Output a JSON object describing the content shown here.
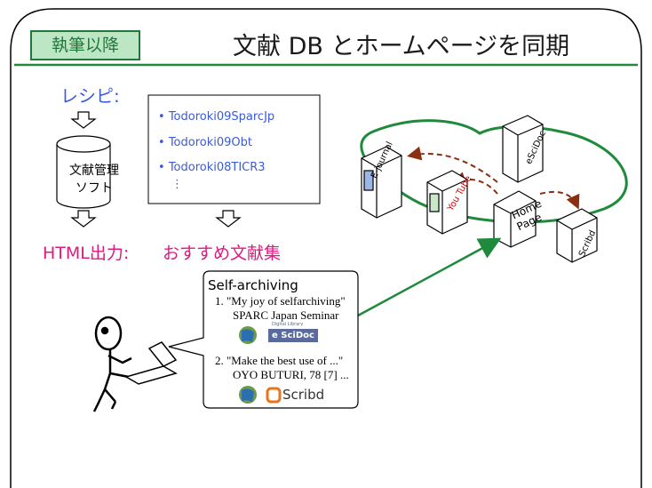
{
  "slide": {
    "tag": "執筆以降",
    "title": "文献 DB とホームページを同期"
  },
  "left": {
    "recipe_label": "レシピ:",
    "db_label_line1": "文献管理",
    "db_label_line2": "ソフト",
    "html_output_label": "HTML出力:",
    "recommend_label": "おすすめ文献集"
  },
  "reference_list": {
    "items": [
      "Todoroki09SparcJp",
      "Todoroki09Obt",
      "Todoroki08TICR3"
    ],
    "more": "⋮"
  },
  "servers": {
    "ejournal": "E-journal",
    "youtube": "You Tube",
    "homepage_line1": "Home",
    "homepage_line2": "Page",
    "escidoc": "eSciDoc",
    "scribd": "Scribd"
  },
  "callout": {
    "title": "Self-archiving",
    "items": [
      {
        "line1": "1. \"My joy of selfarchiving\"",
        "line2": "SPARC Japan Seminar",
        "logo_label": "e SciDoc",
        "logo_small": "Digital Library"
      },
      {
        "line1": "2. \"Make the best use of ...\"",
        "line2": "OYO BUTURI, 78 [7] ...",
        "logo_label": "Scribd"
      }
    ]
  },
  "colors": {
    "green": "#1f8a3b",
    "tag_bg": "#bde6c5",
    "blue_text": "#3a5bd9",
    "pink_text": "#e0187f",
    "arrow_brown": "#8b2e12",
    "server_fill": "#ffffff"
  }
}
